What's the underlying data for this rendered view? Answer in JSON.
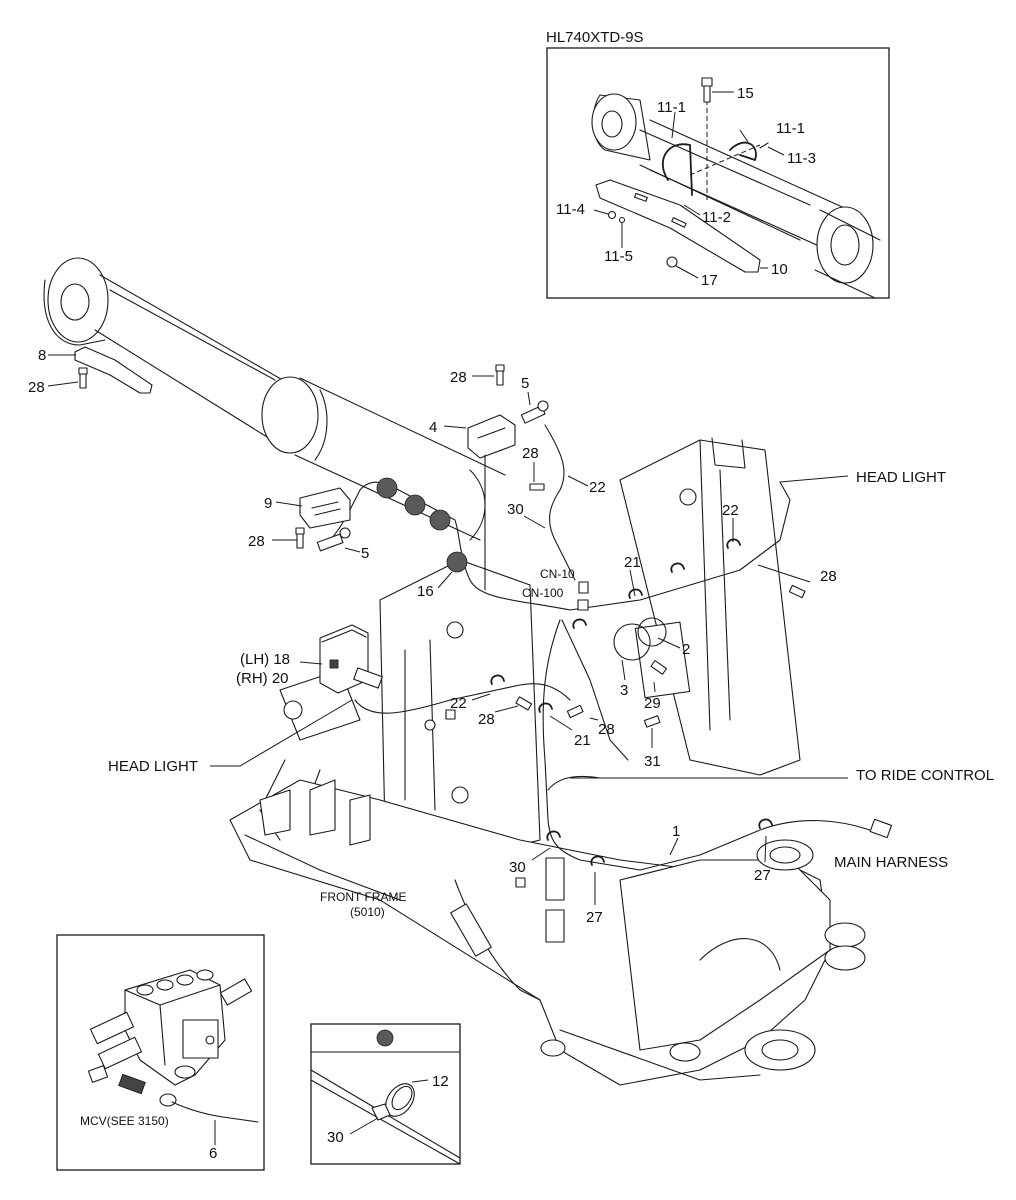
{
  "inset_top": {
    "model": "HL740XTD-9S"
  },
  "callouts": {
    "c15": "15",
    "c11_1a": "11-1",
    "c11_1b": "11-1",
    "c11_3": "11-3",
    "c11_4": "11-4",
    "c11_2": "11-2",
    "c11_5": "11-5",
    "c10": "10",
    "c17": "17",
    "c8": "8",
    "c28a": "28",
    "c28b": "28",
    "c5a": "5",
    "c4": "4",
    "c28c": "28",
    "c22a": "22",
    "c30a": "30",
    "c9": "9",
    "c28d": "28",
    "c5b": "5",
    "c22b": "22",
    "c28e": "28",
    "c21a": "21",
    "c16": "16",
    "c2": "2",
    "c18": "(LH) 18",
    "c20": "(RH) 20",
    "c3": "3",
    "c29": "29",
    "c22c": "22",
    "c28f": "28",
    "c28g": "28",
    "c21b": "21",
    "c31": "31",
    "c1": "1",
    "c30b": "30",
    "c27a": "27",
    "c27b": "27",
    "c12": "12",
    "c30c": "30",
    "c6": "6"
  },
  "connectors": {
    "cn10": "CN-10",
    "cn100": "CN-100"
  },
  "notes": {
    "head_light_top": "HEAD LIGHT",
    "head_light_left": "HEAD LIGHT",
    "to_ride_control": "TO RIDE CONTROL",
    "main_harness": "MAIN HARNESS",
    "front_frame": "FRONT FRAME",
    "front_frame_code": "(5010)",
    "mcv": "MCV(SEE 3150)"
  },
  "colors": {
    "line": "#1a1a1a",
    "clamp_dot": "#5a5a5a"
  }
}
